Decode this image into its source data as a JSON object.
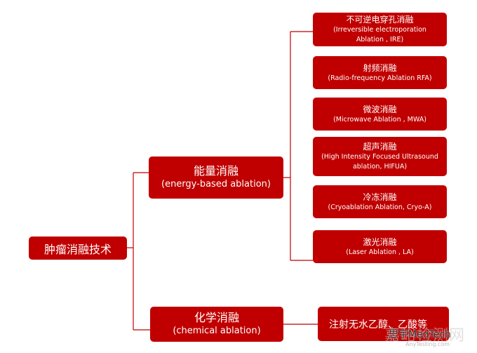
{
  "root": {
    "label": "肿瘤消融技术"
  },
  "energy": {
    "zh": "能量消融",
    "en": "(energy-based ablation)"
  },
  "chemical": {
    "zh": "化学消融",
    "en": "(chemical ablation)"
  },
  "energy_children": [
    {
      "zh": "不可逆电穿孔消融",
      "en": "(Irreversible electroporation Ablation , IRE)"
    },
    {
      "zh": "射频消融",
      "en": "(Radio-frequency Ablation RFA)"
    },
    {
      "zh": "微波消融",
      "en": "(Microwave Ablation , MWA)"
    },
    {
      "zh": "超声消融",
      "en": "(High Intensity Focused Ultrasound ablation, HIFUA)"
    },
    {
      "zh": "冷冻消融",
      "en": "(Cryoablation Ablation, Cryo-A)"
    },
    {
      "zh": "激光消融",
      "en": "(Laser Ablation , LA)"
    }
  ],
  "chemical_children": [
    {
      "zh": "注射无水乙醇、乙酸等"
    }
  ],
  "watermark": {
    "main": "思宇MedTech",
    "bg": "嘉峪检测网",
    "sub": "AnyTesting.com"
  },
  "colors": {
    "box": "#c00000",
    "line": "#c00000",
    "text": "#ffffff"
  }
}
